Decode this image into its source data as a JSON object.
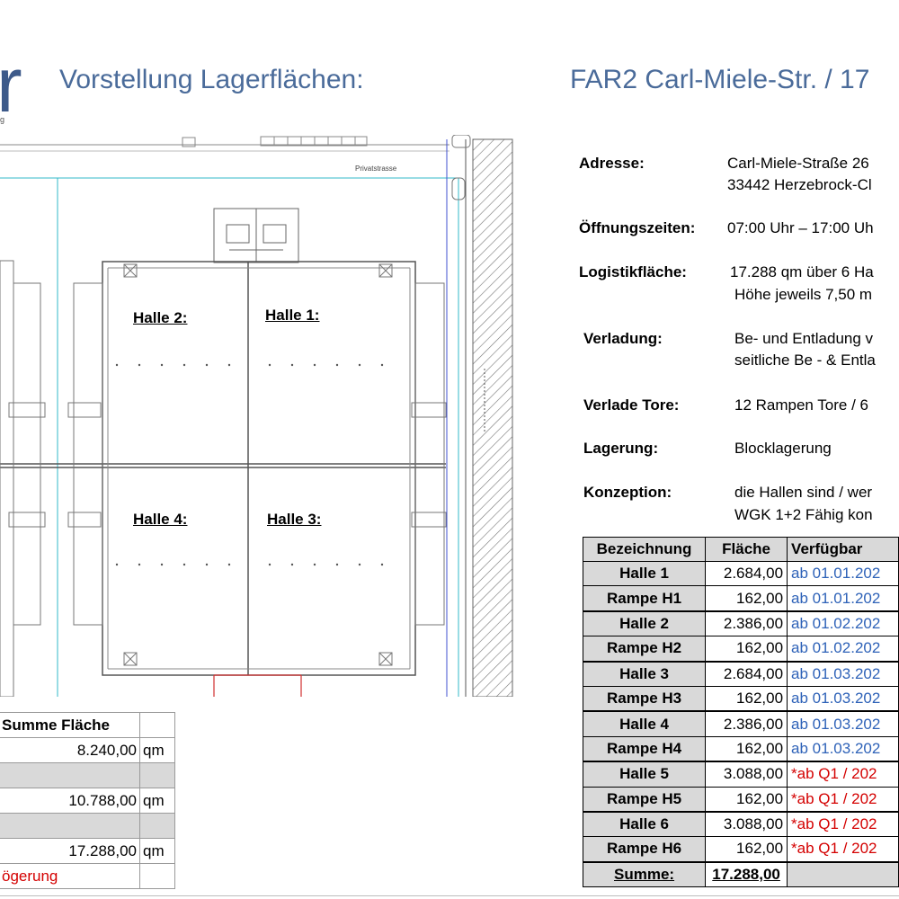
{
  "header": {
    "logo_letter": "r",
    "logo_sub": "g",
    "title_left": "Vorstellung Lagerflächen:",
    "title_right": "FAR2 Carl-Miele-Str. / 17"
  },
  "plan": {
    "street_label": "Privatstrasse",
    "halls": [
      "Halle 2:",
      "Halle 1:",
      "Halle 4:",
      "Halle 3:"
    ]
  },
  "info": {
    "address_label": "Adresse:",
    "address_line1": "Carl-Miele-Straße  26",
    "address_line2": "33442 Herzebrock-Cl",
    "hours_label": "Öffnungszeiten:",
    "hours_value": "07:00 Uhr – 17:00 Uh",
    "logistics_label": "Logistikfläche:",
    "logistics_line1": "17.288 qm über 6 Ha",
    "logistics_line2": "Höhe jeweils 7,50 m",
    "loading_label": "Verladung:",
    "loading_line1": "Be- und Entladung v",
    "loading_line2": "seitliche Be - & Entla",
    "gates_label": "Verlade Tore:",
    "gates_value": "12 Rampen Tore / 6",
    "storage_label": "Lagerung:",
    "storage_value": "Blocklagerung",
    "concept_label": "Konzeption:",
    "concept_line1": "die Hallen sind / wer",
    "concept_line2": "WGK 1+2 Fähig kon"
  },
  "right_table": {
    "headers": [
      "Bezeichnung",
      "Fläche",
      "Verfügbar"
    ],
    "rows": [
      {
        "name": "Halle 1",
        "area": "2.684,00",
        "avail": "ab 01.01.202"
      },
      {
        "name": "Rampe H1",
        "area": "162,00",
        "avail": "ab 01.01.202"
      },
      {
        "name": "Halle 2",
        "area": "2.386,00",
        "avail": "ab 01.02.202"
      },
      {
        "name": "Rampe H2",
        "area": "162,00",
        "avail": "ab 01.02.202"
      },
      {
        "name": "Halle 3",
        "area": "2.684,00",
        "avail": "ab 01.03.202"
      },
      {
        "name": "Rampe H3",
        "area": "162,00",
        "avail": "ab 01.03.202"
      },
      {
        "name": "Halle 4",
        "area": "2.386,00",
        "avail": "ab 01.03.202"
      },
      {
        "name": "Rampe H4",
        "area": "162,00",
        "avail": "ab 01.03.202"
      },
      {
        "name": "Halle 5",
        "area": "3.088,00",
        "avail": "*ab Q1 / 202"
      },
      {
        "name": "Rampe H5",
        "area": "162,00",
        "avail": "*ab Q1 / 202"
      },
      {
        "name": "Halle 6",
        "area": "3.088,00",
        "avail": "*ab Q1 / 202"
      },
      {
        "name": "Rampe H6",
        "area": "162,00",
        "avail": "*ab Q1 / 202"
      }
    ],
    "sum_label": "Summe:",
    "sum_value": "17.288,00",
    "colors": {
      "blue": "#2e62b8",
      "red": "#d40000"
    }
  },
  "left_table": {
    "header": "Summe Fläche",
    "rows": [
      {
        "value": "8.240,00",
        "unit": "qm"
      },
      {
        "value": "10.788,00",
        "unit": "qm"
      },
      {
        "value": "17.288,00",
        "unit": "qm"
      }
    ],
    "note": "ögerung"
  }
}
